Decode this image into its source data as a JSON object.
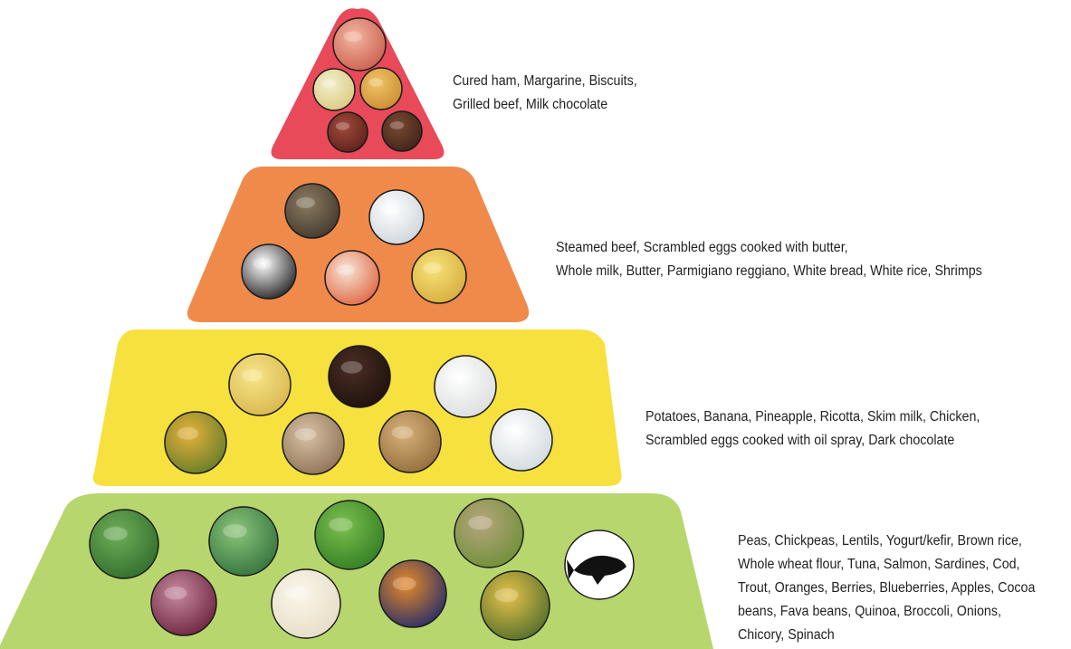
{
  "tiers": [
    {
      "level": 1,
      "color": "#e84a5a",
      "lines": [
        "Cured ham, Margarine, Biscuits,",
        "Grilled beef, Milk chocolate"
      ],
      "foods": [
        {
          "name": "cured-ham-icon",
          "c1": "#f2b7a2",
          "c2": "#c95a4a"
        },
        {
          "name": "margarine-icon",
          "c1": "#f3efd0",
          "c2": "#d9c77a"
        },
        {
          "name": "biscuits-icon",
          "c1": "#f1c46a",
          "c2": "#c98a2c"
        },
        {
          "name": "grilled-beef-icon",
          "c1": "#a24b3a",
          "c2": "#5a1f18"
        },
        {
          "name": "milk-chocolate-icon",
          "c1": "#7a4a32",
          "c2": "#3d2217"
        }
      ]
    },
    {
      "level": 2,
      "color": "#f08a4b",
      "lines": [
        "Steamed beef, Scrambled eggs cooked with butter,",
        "Whole milk, Butter, Parmigiano reggiano, White bread, White rice, Shrimps"
      ],
      "foods": [
        {
          "name": "steamed-beef-icon",
          "c1": "#8b7b62",
          "c2": "#3f352a"
        },
        {
          "name": "whole-milk-icon",
          "c1": "#ffffff",
          "c2": "#c9d3da"
        },
        {
          "name": "white-rice-icon",
          "c1": "#ffffff",
          "c2": "#1a1a1a"
        },
        {
          "name": "shrimps-icon",
          "c1": "#f6e6d8",
          "c2": "#e0603a"
        },
        {
          "name": "scrambled-eggs-butter-icon",
          "c1": "#f7e37a",
          "c2": "#d5a93a"
        }
      ]
    },
    {
      "level": 3,
      "color": "#f7e13e",
      "lines": [
        "Potatoes, Banana, Pineapple, Ricotta, Skim milk, Chicken,",
        "Scrambled eggs cooked with oil spray, Dark chocolate"
      ],
      "foods": [
        {
          "name": "scrambled-eggs-oil-icon",
          "c1": "#f8e58a",
          "c2": "#d6b54a"
        },
        {
          "name": "dark-chocolate-icon",
          "c1": "#4a2e25",
          "c2": "#1c0f0b"
        },
        {
          "name": "ricotta-icon",
          "c1": "#ffffff",
          "c2": "#d8dcdc"
        },
        {
          "name": "pineapple-icon",
          "c1": "#e7b23a",
          "c2": "#5f7a2a"
        },
        {
          "name": "chicken-icon",
          "c1": "#d9c3a6",
          "c2": "#8a6e52"
        },
        {
          "name": "potatoes-icon",
          "c1": "#d8b27a",
          "c2": "#8e6a3a"
        },
        {
          "name": "skim-milk-icon",
          "c1": "#ffffff",
          "c2": "#cfd8dc"
        }
      ]
    },
    {
      "level": 4,
      "color": "#b8d66e",
      "text": "Peas,  Chickpeas, Lentils, Yogurt/kefir, Brown rice, Whole wheat flour, Tuna, Salmon, Sardines, Cod, Trout, Oranges, Berries, Blueberries, Apples, Cocoa beans, Fava beans, Quinoa, Broccoli, Onions, Chicory, Spinach",
      "foods": [
        {
          "name": "green-beans-icon",
          "c1": "#6fae5a",
          "c2": "#2f6a2a"
        },
        {
          "name": "spinach-icon",
          "c1": "#8cc57a",
          "c2": "#2f6e3a"
        },
        {
          "name": "broccoli-icon",
          "c1": "#7cc04e",
          "c2": "#2f7a22"
        },
        {
          "name": "legumes-icon",
          "c1": "#b7a57e",
          "c2": "#6b8f35"
        },
        {
          "name": "onions-icon",
          "c1": "#c58aa0",
          "c2": "#6a1f3a"
        },
        {
          "name": "yogurt-icon",
          "c1": "#fbf6ea",
          "c2": "#e5dcc4"
        },
        {
          "name": "oranges-berries-icon",
          "c1": "#e88a2a",
          "c2": "#1f2a6a"
        },
        {
          "name": "olive-oil-icon",
          "c1": "#e7c24a",
          "c2": "#4a6a2a"
        },
        {
          "name": "fish-silhouette-icon",
          "c1": "#ffffff",
          "c2": "#111111"
        }
      ]
    }
  ]
}
